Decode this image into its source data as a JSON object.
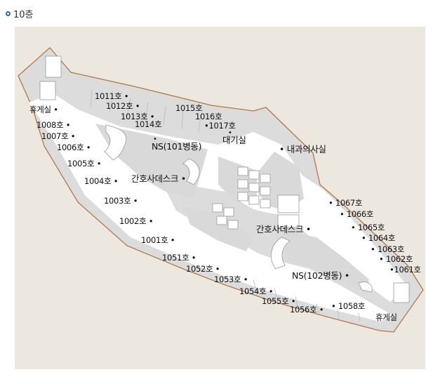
{
  "floor": {
    "title": "10층"
  },
  "colors": {
    "accent": "#2f6db5",
    "map_bg": "#ece8df",
    "outline": "#b07a45",
    "corridor": "#ffffff",
    "room": "#d9d9d9"
  },
  "rooms": {
    "r1011": "1011호 •",
    "r1012": "1012호 •",
    "r1013": "1013호 •",
    "r1014": "1014호",
    "r1015": "1015호",
    "r1016": "1016호",
    "r1017": "•1017호",
    "r1008": "1008호 •",
    "r1007": "1007호 •",
    "r1006": "1006호 •",
    "r1005": "1005호 •",
    "r1004": "1004호 •",
    "r1003": "1003호 •",
    "r1002": "1002호 •",
    "r1001": "1001호 •",
    "r1051": "1051호 •",
    "r1052": "1052호 •",
    "r1053": "1053호 •",
    "r1054": "1054호 •",
    "r1055": "1055호 •",
    "r1056": "1056호 •",
    "r1058": "• 1058호",
    "r1067": "• 1067호",
    "r1066": "• 1066호",
    "r1065": "• 1065호",
    "r1064": "• 1064호",
    "r1063": "• 1063호",
    "r1062": "• 1062호",
    "r1061": "•1061호"
  },
  "facilities": {
    "lounge_top": "휴게실 •",
    "lounge_bottom": "휴게실",
    "ns101": "NS(101병동)",
    "nurse_desk_1": "간호사데스크 •",
    "nurse_desk_2": "간호사데스크 •",
    "waiting": "대기실",
    "internal_medicine": "• 내과의사실",
    "ns102": "NS(102병동) •"
  }
}
